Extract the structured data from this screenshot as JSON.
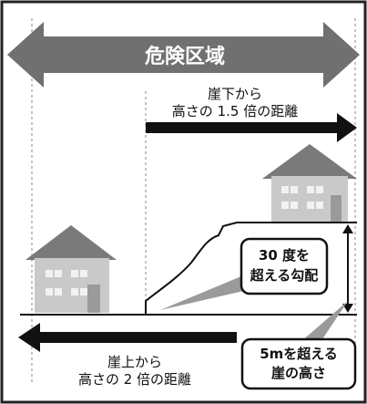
{
  "danger_zone": {
    "title": "危険区域"
  },
  "top_arrow": {
    "line1": "崖下から",
    "line2": "高さの 1.5 倍の距離"
  },
  "bottom_arrow": {
    "line1": "崖上から",
    "line2": "高さの 2 倍の距離"
  },
  "slope_callout": {
    "line1": "30 度を",
    "line2": "超える勾配"
  },
  "height_callout": {
    "line1": "5mを超える",
    "line2": "崖の高さ"
  },
  "colors": {
    "frame": "#222222",
    "band": "#707070",
    "arrow": "#111111",
    "roof": "#7a7a7a",
    "house": "#c9c9c9",
    "window": "#f2f2f2",
    "callout_bg": "#ffffff",
    "callout_pointer": "#9a9a9a"
  },
  "icons": [
    "house-icon-lower",
    "house-icon-upper"
  ]
}
